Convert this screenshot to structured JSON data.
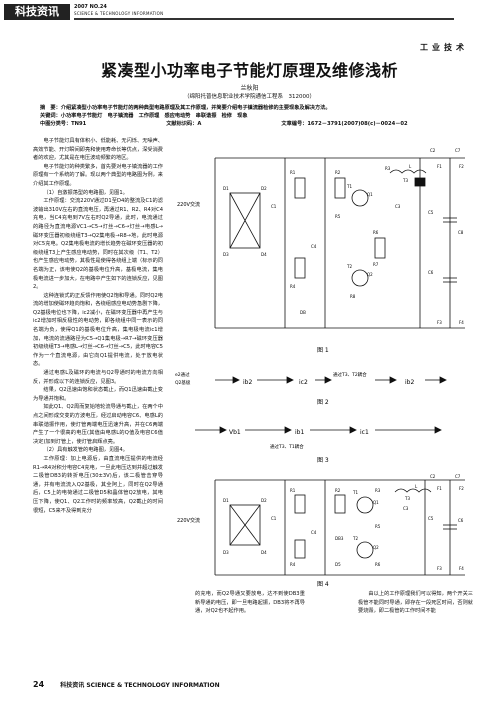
{
  "header": {
    "brand": "科技资讯",
    "issue": "2007 NO.24",
    "subtitle": "SCIENCE & TECHNOLOGY INFORMATION",
    "section": "工业技术"
  },
  "article": {
    "title": "紧凑型小功率电子节能灯原理及维修浅析",
    "author": "兰秋阳",
    "affiliation": "（绵阳托普信息职业技术学院通信工程系　312000）",
    "abstract": "摘　要：介绍紧凑型小功率电子节能灯的两种典型电路原理及其工作原理，并简要介绍电子镇流器检修的主要现象及解决方法。",
    "keywords": "关键词：小功率电子节能灯　电子镇流器　工作原理　感应电动势　串联谐振　检修　现象",
    "clc": "中图分类号：TN91",
    "doc_code": "文献标识码：A",
    "article_no": "文章编号：1672－3791(2007)08(c)－0024－02"
  },
  "body": {
    "col1": [
      "电子节能灯具有体积小、低能耗、无闪烁、无噪声、高效节能、开灯瞬间即亮和使用寿命长等优点，深受消费者的欢迎，尤其是在电压波动频繁的地区。",
      "电子节能灯的种类繁多，首先要对电子镇流器的工作原理有一个系统的了解。现以两个典型的电路图为例，来介绍其工作原理。",
      "（1）自激振荡型的电路图，见图1。",
      "工作原理：交流220V通过D1至D4的整流及C1的滤波输出310V左右的直流电压，再通过R1、R2、R4对C4充电，当C4充电到7V左右时Q2导通，此时，电流通过的路径为直流电源VC1→C5→灯丝→C6→灯丝→电感L→磁环变压器初级绕组T3→Q2集电极→R8→地，此时电源对C5充电。Q2集电极电流的增长趋势在磁环变压器的初级绕组T3上产生感应电动势，同时在其次级（T1、T2）也产生感应电动势，其极性是使得各绕组上端（标示的同名端为正，该电使Q2的基极电位升高，基极电流，集电极电流进一步加大，在电路中产生如下的连锁反应，见图2。",
      "这种连锁式的正反馈作用使Q2饱和导通。同时Q2电流的增加使磁环趋向饱和，各绕组感应电动势急剧下降，Q2基极电位也下降，ic2减小，在磁环变压器中再产生与ic2增加时相反极性的电动势，即各绕组中同一表示的同名端为负，使得Q1的基极电位升高，集电极电流ic1增加，电流的流通路径为C5→Q1集电极→R7→磁环变压器初级绕组T3→电感L→灯丝→C6→灯丝→C5，此时电容C5作为一个直流电源，由它向Q1提供电流，处于放电状态。",
      "通过电感L及磁环的电流与Q2导通时的电流方向相反，并形成以下的连锁反应，见图3。",
      "结果，Q2迅速由饱和状态截止，而Q1迅速由截止变为导通并饱和。",
      "如此Q1、Q2周而复始地轮流导通与截止，在两个中点之间形成交变的方波电压，经过启动电容C6、电感L的串联谐振作用，使灯管两端电压迅速升高，并在C6两端产生了一个很高的电压(其值由电感L的Q值及电容C6值决定)加到灯管上，使灯管启辉点亮。",
      "（2）具有触发管的电路图，见图4。",
      "工作原理：加上电源后，由直流电压提供的电流经R1→R4对积分电容C4充电，一旦此电压达到并超过触发二极管DB3的转折电压(30±3V)后，该二极管击穿导通，并有电流流入Q2基极，其全阿上，同时在Q2导通后，C5上的电荷通过二极管D5和晶体管Q2放电，其电压下降，使Q1、Q2工作时的频率较高，Q2截止的时间很短，C5来不及得到充分"
    ],
    "col2": [
      "的充电，而Q2导通又要放电，达不到使DB3重新导通的电压，即一旦电路起振，DB3将不再导通，对Q2也不起作用。"
    ],
    "col3": [
      "由以上的工作原理我们可以得知，两个开关三极管不能同时导通，即存在一段死区时间，否则就要烧毁，即二极管的工作时间不能"
    ]
  },
  "figures": {
    "fig1": {
      "caption": "图 1",
      "labels": [
        "220V交流",
        "D1",
        "D2",
        "D3",
        "D4",
        "R1",
        "R2",
        "R3",
        "R4",
        "R5",
        "R6",
        "R7",
        "R8",
        "C1",
        "C2",
        "C3",
        "C4",
        "C5",
        "C6",
        "C7",
        "C8",
        "Q1",
        "Q2",
        "T1",
        "T2",
        "T3",
        "L",
        "F1",
        "F2",
        "F3",
        "F4",
        "DB"
      ]
    },
    "fig2": {
      "caption": "图 2",
      "labels": [
        "e2通过",
        "Q2基极",
        "ib2",
        "通过T3、T2耦合",
        "ic2",
        "ib2"
      ]
    },
    "fig3": {
      "caption": "图 3",
      "labels": [
        "Vb1",
        "ib1",
        "通过T3、T1耦合",
        "ic1"
      ]
    },
    "fig4": {
      "caption": "图 4",
      "labels": [
        "220V交流",
        "D1",
        "D2",
        "D3",
        "D4",
        "R1",
        "R2",
        "R3",
        "R4",
        "R5",
        "R6",
        "C1",
        "C2",
        "C3",
        "C4",
        "C5",
        "C6",
        "C7",
        "Q1",
        "Q2",
        "DB3",
        "D5",
        "L",
        "T1",
        "T2",
        "T3",
        "F1",
        "F2",
        "F3",
        "F4"
      ]
    }
  },
  "footer": {
    "page": "24",
    "journal": "科技资讯 SCIENCE & TECHNOLOGY INFORMATION"
  }
}
